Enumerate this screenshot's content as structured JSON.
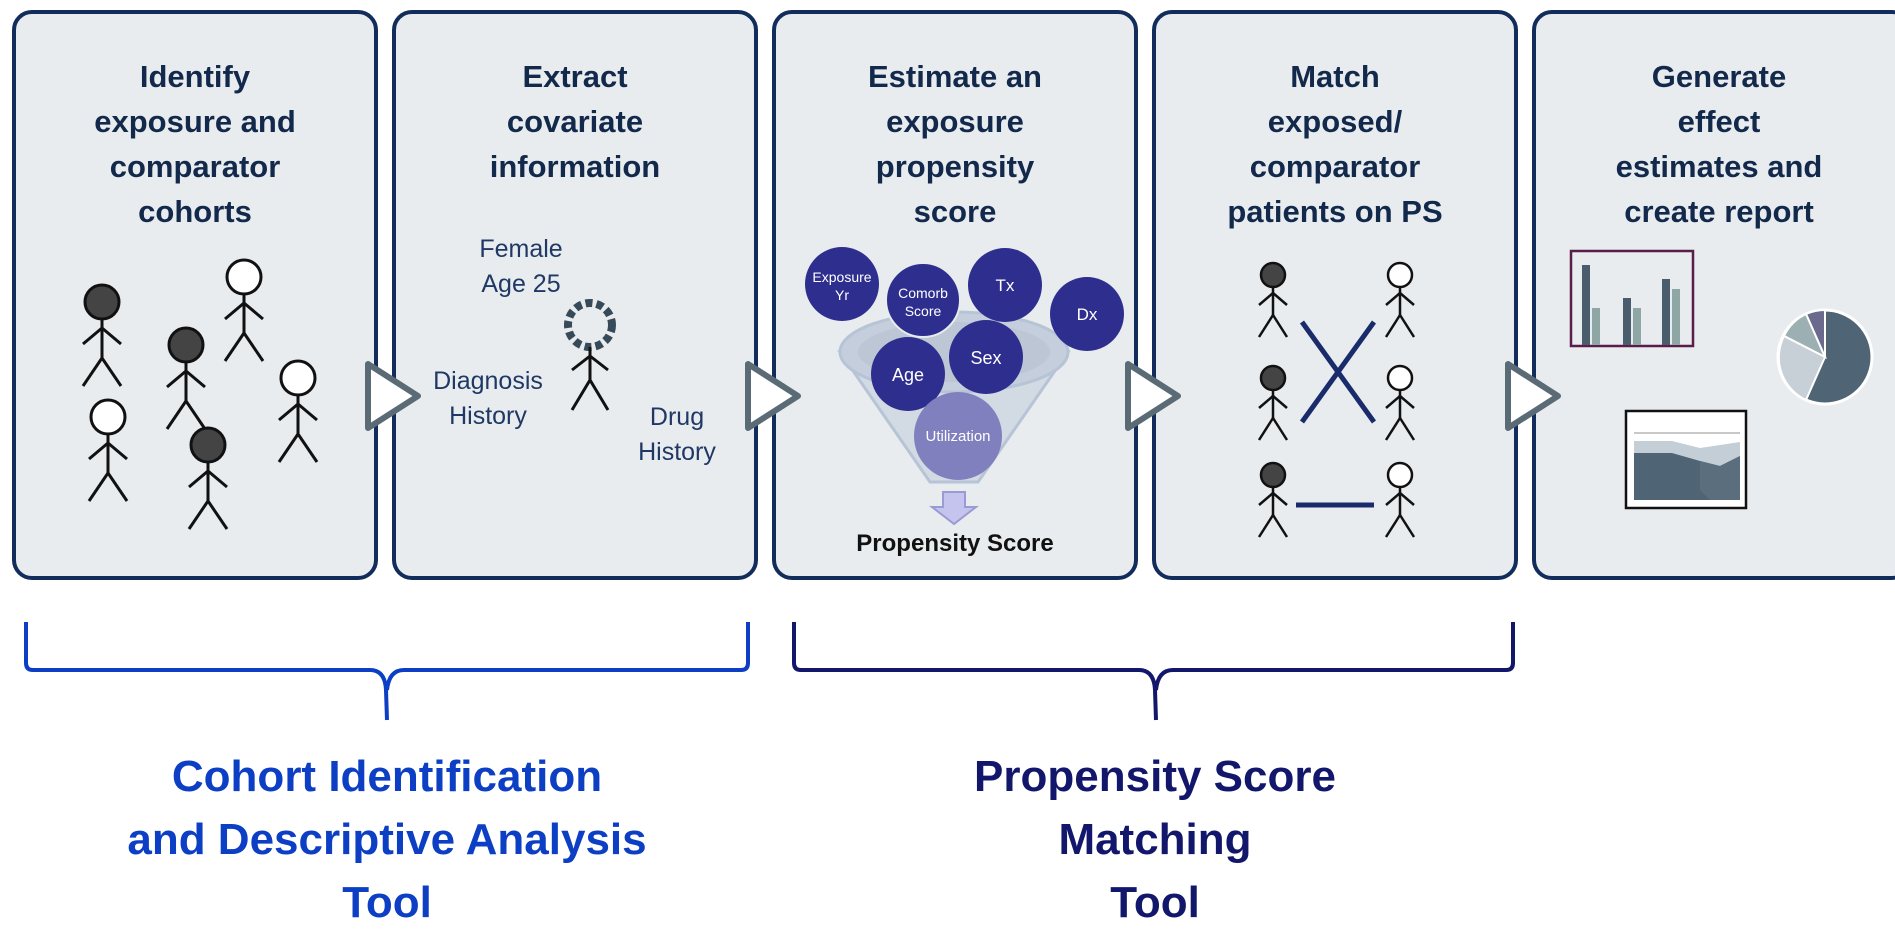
{
  "colors": {
    "panel_bg": "#e8ecef",
    "panel_border": "#122d5c",
    "title_text": "#13294b",
    "tool1": "#0d3fc4",
    "tool2": "#12176b",
    "bubble": "#2e2e8f",
    "bubble_light": "#8080bf"
  },
  "steps": [
    {
      "title": "Identify\nexposure and\ncomparator\ncohorts",
      "illustration": "stick-figure-crowd-icon"
    },
    {
      "title": "Extract\ncovariate\ninformation",
      "labels": {
        "demographics": "Female\nAge 25",
        "diagnosis": "Diagnosis\nHistory",
        "drug": "Drug\nHistory"
      },
      "illustration": "patient-figure-icon"
    },
    {
      "title": "Estimate an\nexposure\npropensity\nscore",
      "bubbles": {
        "exposure_yr": "Exposure\nYr",
        "comorb": "Comorb\nScore",
        "tx": "Tx",
        "dx": "Dx",
        "age": "Age",
        "sex": "Sex",
        "utilization": "Utilization"
      },
      "result": "Propensity Score",
      "illustration": "funnel-icon"
    },
    {
      "title": "Match\nexposed/\ncomparator\npatients on PS",
      "illustration": "matched-pairs-icon"
    },
    {
      "title": "Generate\neffect\nestimates and\ncreate report",
      "illustration": "report-charts-icon"
    }
  ],
  "tools": [
    {
      "label": "Cohort Identification\nand Descriptive Analysis\nTool"
    },
    {
      "label": "Propensity Score\nMatching\nTool"
    }
  ]
}
